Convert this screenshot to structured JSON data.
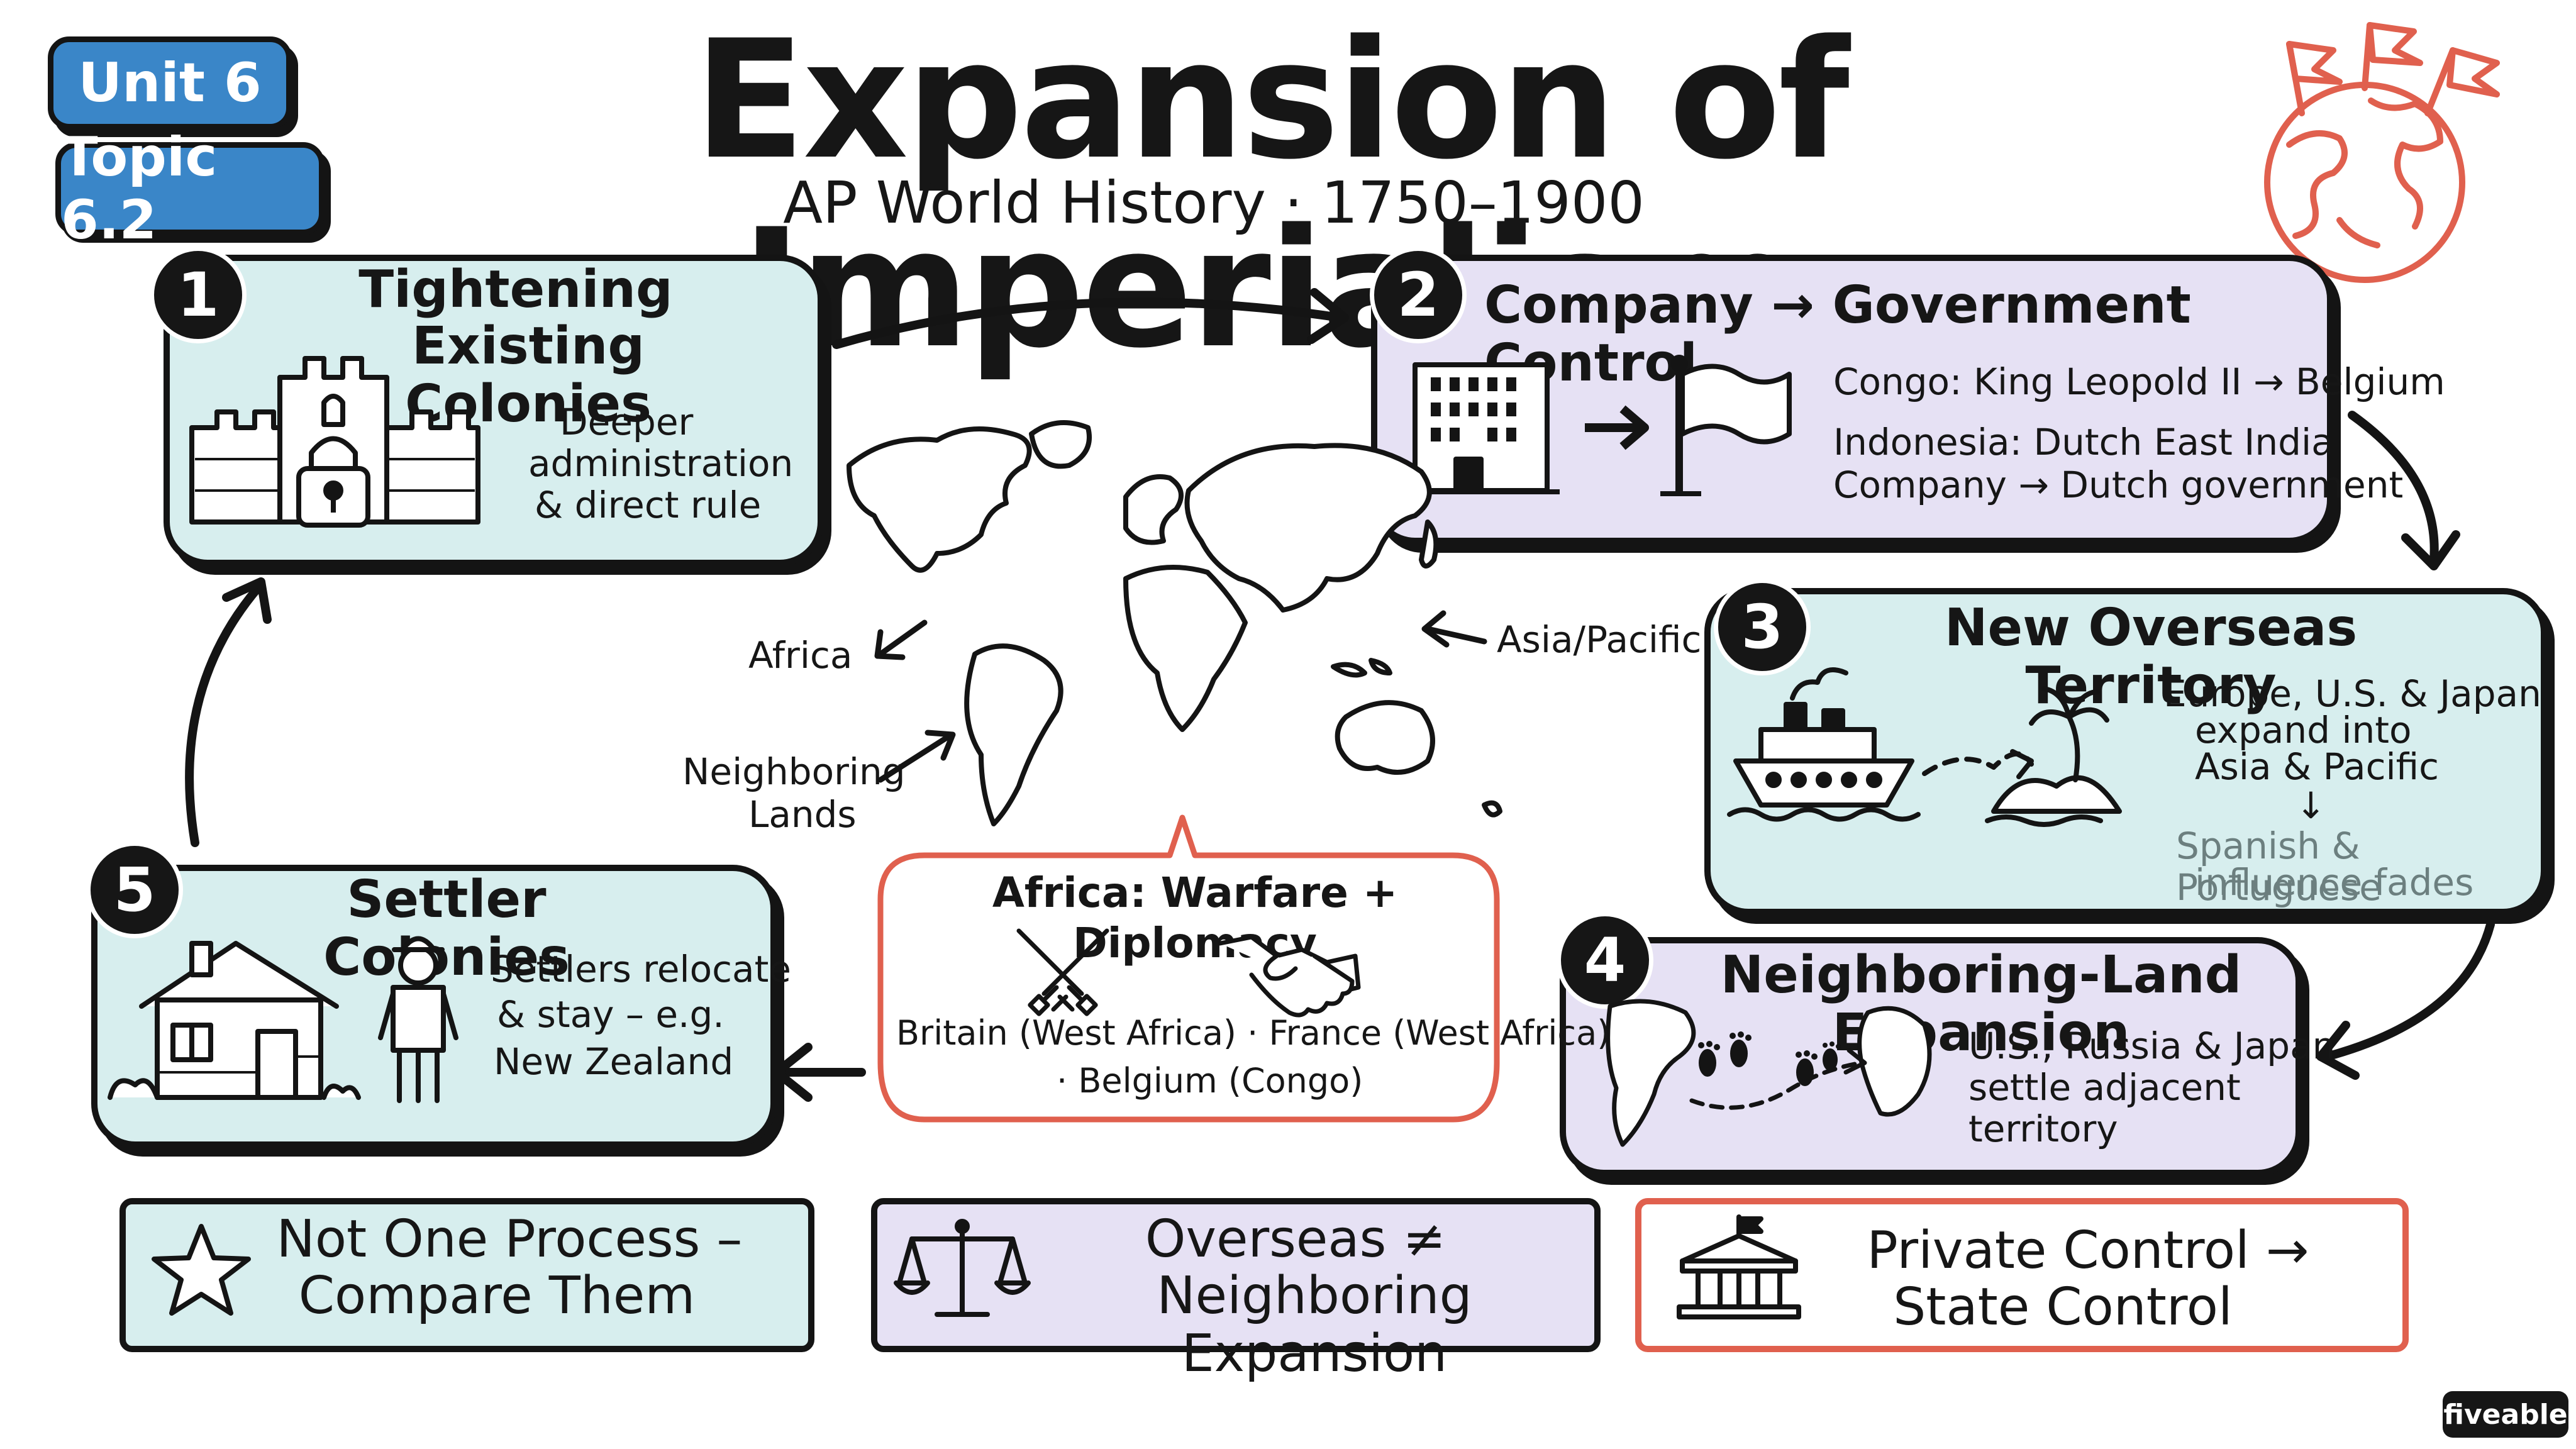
{
  "header": {
    "unit": "Unit 6",
    "topic": "Topic 6.2",
    "title": "Expansion of Imperialism",
    "subtitle": "AP World History · 1750–1900"
  },
  "cards": {
    "c1": {
      "num": "1",
      "title_l1": "Tightening",
      "title_l2": "Existing Colonies",
      "text_l1": "Deeper",
      "text_l2": "administration",
      "text_l3": "& direct rule"
    },
    "c2": {
      "num": "2",
      "title": "Company → Government Control",
      "l1": "Congo: King Leopold II → Belgium",
      "l2": "Indonesia: Dutch East India",
      "l3": "Company → Dutch government"
    },
    "c3": {
      "num": "3",
      "title": "New Overseas Territory",
      "l1": "Europe, U.S. & Japan",
      "l2": "expand into",
      "l3": "Asia & Pacific",
      "arrow": "↓",
      "faded_l1": "Spanish & Portuguese",
      "faded_l2": "influence fades"
    },
    "c4": {
      "num": "4",
      "title": "Neighboring-Land Expansion",
      "l1": "U.S., Russia & Japan",
      "l2": "settle adjacent",
      "l3": "territory"
    },
    "c5": {
      "num": "5",
      "title": "Settler Colonies",
      "l1": "Settlers relocate",
      "l2": "& stay – e.g.",
      "l3": "New Zealand"
    }
  },
  "map_labels": {
    "africa": "Africa",
    "asia": "Asia/Pacific",
    "neighboring_l1": "Neighboring",
    "neighboring_l2": "Lands"
  },
  "africa_box": {
    "title": "Africa: Warfare + Diplomacy",
    "l1": "Britain (West Africa) · France (West Africa)",
    "l2": "· Belgium (Congo)"
  },
  "bottom": {
    "b1_l1": "Not One Process –",
    "b1_l2": "Compare Them",
    "b2_l1": "Overseas ≠",
    "b2_l2": "Neighboring Expansion",
    "b3_l1": "Private Control →",
    "b3_l2": "State Control"
  },
  "brand": "fiveable",
  "colors": {
    "teal": "#d7eeee",
    "lavender": "#e6e1f4",
    "red_accent": "#e0604e",
    "blue_badge": "#3a86c8",
    "ink": "#161616"
  }
}
